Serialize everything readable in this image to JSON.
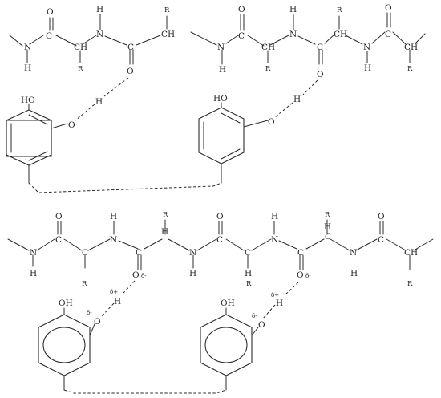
{
  "atoms": {
    "O": "O",
    "N": "N",
    "H": "H",
    "C": "C",
    "CH": "CH",
    "R": "R",
    "HO": "HO",
    "OH": "OH"
  },
  "charges": {
    "delta_plus": "δ+",
    "delta_minus": "δ-"
  }
}
